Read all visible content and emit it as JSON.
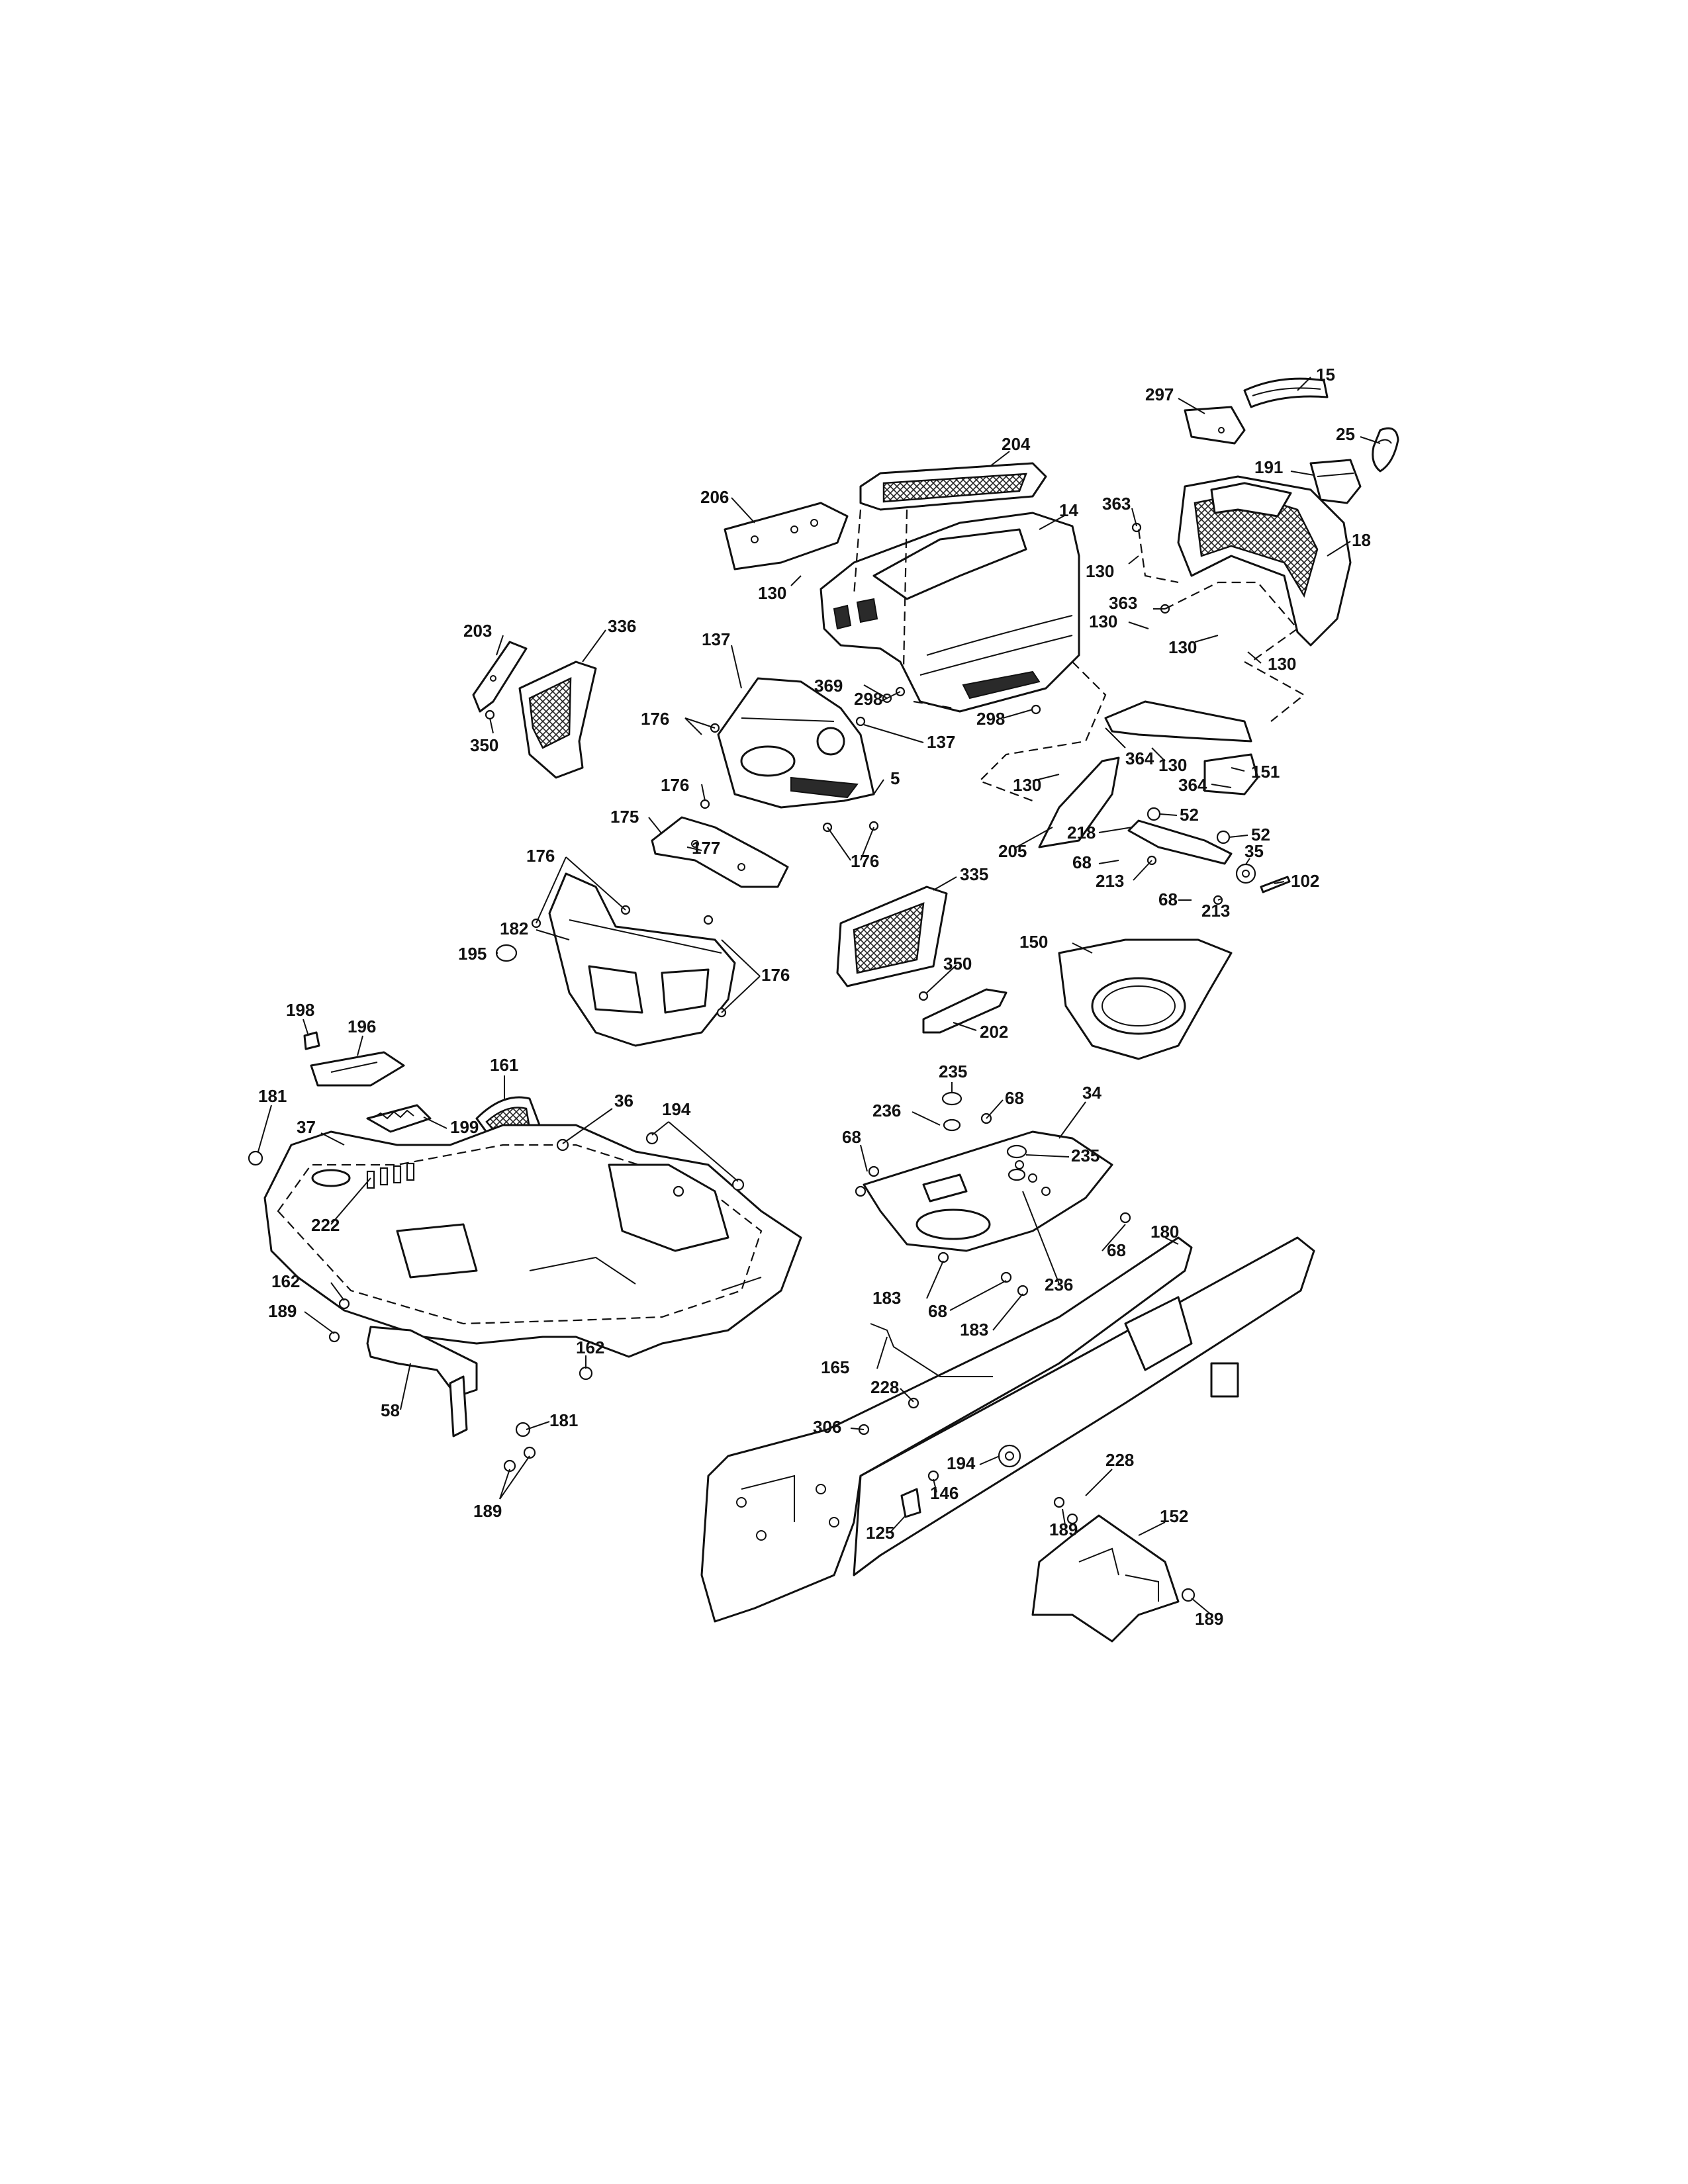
{
  "diagram": {
    "callouts": [
      {
        "id": "c15",
        "text": "15"
      },
      {
        "id": "c297",
        "text": "297"
      },
      {
        "id": "c25",
        "text": "25"
      },
      {
        "id": "c204",
        "text": "204"
      },
      {
        "id": "c191",
        "text": "191"
      },
      {
        "id": "c206",
        "text": "206"
      },
      {
        "id": "c363a",
        "text": "363"
      },
      {
        "id": "c14",
        "text": "14"
      },
      {
        "id": "c18",
        "text": "18"
      },
      {
        "id": "c130a",
        "text": "130"
      },
      {
        "id": "c130b",
        "text": "130"
      },
      {
        "id": "c363b",
        "text": "363"
      },
      {
        "id": "c130c",
        "text": "130"
      },
      {
        "id": "c130d",
        "text": "130"
      },
      {
        "id": "c130e",
        "text": "130"
      },
      {
        "id": "c203",
        "text": "203"
      },
      {
        "id": "c336",
        "text": "336"
      },
      {
        "id": "c137a",
        "text": "137"
      },
      {
        "id": "c369",
        "text": "369"
      },
      {
        "id": "c298a",
        "text": "298"
      },
      {
        "id": "c298b",
        "text": "298"
      },
      {
        "id": "c176a",
        "text": "176"
      },
      {
        "id": "c137b",
        "text": "137"
      },
      {
        "id": "c350a",
        "text": "350"
      },
      {
        "id": "c364a",
        "text": "364"
      },
      {
        "id": "c130f",
        "text": "130"
      },
      {
        "id": "c151",
        "text": "151"
      },
      {
        "id": "c5",
        "text": "5"
      },
      {
        "id": "c176b",
        "text": "176"
      },
      {
        "id": "c130g",
        "text": "130"
      },
      {
        "id": "c364b",
        "text": "364"
      },
      {
        "id": "c175",
        "text": "175"
      },
      {
        "id": "c52a",
        "text": "52"
      },
      {
        "id": "c177",
        "text": "177"
      },
      {
        "id": "c218",
        "text": "218"
      },
      {
        "id": "c52b",
        "text": "52"
      },
      {
        "id": "c176c",
        "text": "176"
      },
      {
        "id": "c205",
        "text": "205"
      },
      {
        "id": "c35",
        "text": "35"
      },
      {
        "id": "c68a",
        "text": "68"
      },
      {
        "id": "c213a",
        "text": "213"
      },
      {
        "id": "c102",
        "text": "102"
      },
      {
        "id": "c176d",
        "text": "176"
      },
      {
        "id": "c335",
        "text": "335"
      },
      {
        "id": "c68b",
        "text": "68"
      },
      {
        "id": "c213b",
        "text": "213"
      },
      {
        "id": "c182",
        "text": "182"
      },
      {
        "id": "c150",
        "text": "150"
      },
      {
        "id": "c195",
        "text": "195"
      },
      {
        "id": "c350b",
        "text": "350"
      },
      {
        "id": "c176e",
        "text": "176"
      },
      {
        "id": "c202",
        "text": "202"
      },
      {
        "id": "c198",
        "text": "198"
      },
      {
        "id": "c196",
        "text": "196"
      },
      {
        "id": "c161",
        "text": "161"
      },
      {
        "id": "c235a",
        "text": "235"
      },
      {
        "id": "c181a",
        "text": "181"
      },
      {
        "id": "c36",
        "text": "36"
      },
      {
        "id": "c194a",
        "text": "194"
      },
      {
        "id": "c236a",
        "text": "236"
      },
      {
        "id": "c68c",
        "text": "68"
      },
      {
        "id": "c34",
        "text": "34"
      },
      {
        "id": "c199",
        "text": "199"
      },
      {
        "id": "c37",
        "text": "37"
      },
      {
        "id": "c68d",
        "text": "68"
      },
      {
        "id": "c235b",
        "text": "235"
      },
      {
        "id": "c222",
        "text": "222"
      },
      {
        "id": "c180",
        "text": "180"
      },
      {
        "id": "c68e",
        "text": "68"
      },
      {
        "id": "c162a",
        "text": "162"
      },
      {
        "id": "c183a",
        "text": "183"
      },
      {
        "id": "c236b",
        "text": "236"
      },
      {
        "id": "c189a",
        "text": "189"
      },
      {
        "id": "c68f",
        "text": "68"
      },
      {
        "id": "c183b",
        "text": "183"
      },
      {
        "id": "c162b",
        "text": "162"
      },
      {
        "id": "c165",
        "text": "165"
      },
      {
        "id": "c228a",
        "text": "228"
      },
      {
        "id": "c58",
        "text": "58"
      },
      {
        "id": "c181b",
        "text": "181"
      },
      {
        "id": "c306",
        "text": "306"
      },
      {
        "id": "c194b",
        "text": "194"
      },
      {
        "id": "c228b",
        "text": "228"
      },
      {
        "id": "c146",
        "text": "146"
      },
      {
        "id": "c189b",
        "text": "189"
      },
      {
        "id": "c152",
        "text": "152"
      },
      {
        "id": "c125",
        "text": "125"
      },
      {
        "id": "c189c",
        "text": "189"
      },
      {
        "id": "c189d",
        "text": "189"
      }
    ]
  }
}
